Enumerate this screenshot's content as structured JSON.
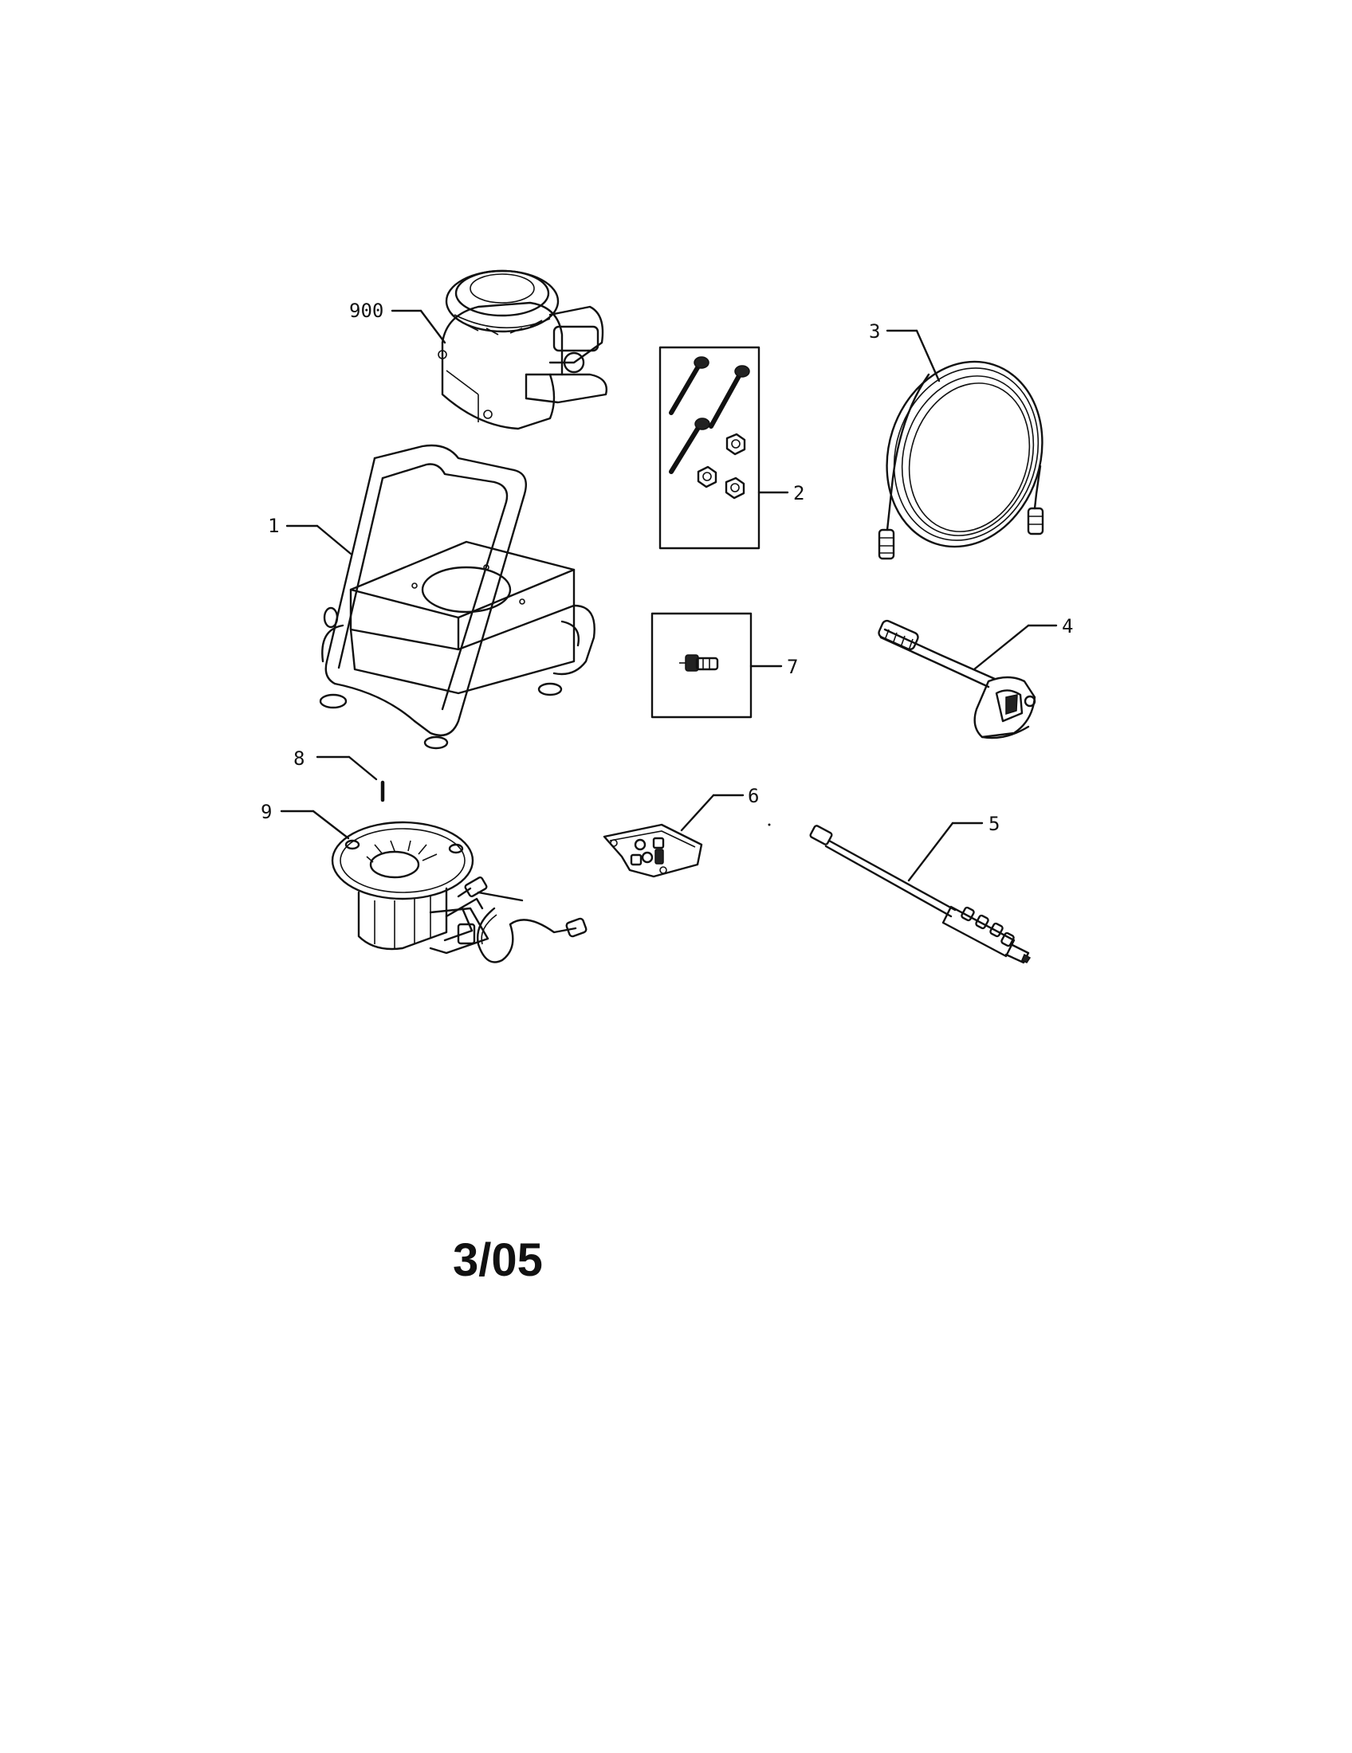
{
  "callouts": {
    "c900": "900",
    "c1": "1",
    "c2": "2",
    "c3": "3",
    "c4": "4",
    "c5": "5",
    "c6": "6",
    "c7": "7",
    "c8": "8",
    "c9": "9"
  },
  "date_code": "3/05"
}
